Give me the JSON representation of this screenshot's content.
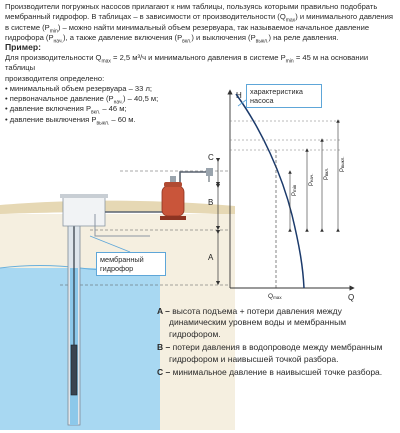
{
  "intro": {
    "p1": "Производители погружных насосов прилагают к ним таблицы, пользуясь которыми правильно подобрать мембранный гидрофор. В таблицах – в зависимости от производительности (Q",
    "s1": "max",
    "p2": ") и минимального давления в системе (P",
    "s2": "min",
    "p3": ") – можно найти минимальный объем резервуара, так называемое начальное давление гидрофора (P",
    "s3": "нач.",
    "p4": "), а также давление включения (P",
    "s4": "вкл.",
    "p5": ") и выключения (P",
    "s5": "выкл.",
    "p6": ") на реле давления."
  },
  "example": {
    "heading": "Пример:",
    "l1a": "Для производительности Q",
    "l1s": "max",
    "l1b": " = 2,5 м³/ч и минимального давления в системе P",
    "l1s2": "min",
    "l1c": " = 45 м на основании таблицы",
    "l2": "производителя определено:",
    "items": [
      "• минимальный объем резервуара – 33 л;",
      "• первоначальное давление (P",
      "• давление включения P",
      "• давление выключения P"
    ],
    "item2_sub": "нач.",
    "item2_tail": ") – 40,5 м;",
    "item3_sub": "вкл.",
    "item3_tail": " – 46 м;",
    "item4_sub": "выкл.",
    "item4_tail": " – 60 м."
  },
  "diagram": {
    "callout_pump": "характеристика насоса",
    "callout_tank": "мембранный гидрофор",
    "axis_h": "H",
    "axis_q": "Q",
    "q_label": "Q",
    "q_sub": "max",
    "zone_c": "C",
    "zone_b": "B",
    "zone_a": "A",
    "p_labels": [
      "P",
      "P",
      "P",
      "P"
    ],
    "p_subs": [
      "min",
      "нач.",
      "вкл.",
      "выкл."
    ]
  },
  "legend": {
    "a_key": "A –",
    "a_text": " высота подъема + потери давления между динамическим уровнем воды и мембранным гидрофором.",
    "b_key": "B –",
    "b_text": " потери давления в водопроводе между мембранным гидрофором и наивысшей точкой разбора.",
    "c_key": "C –",
    "c_text": " минимальное давление в наивысшей точке разбора."
  },
  "colors": {
    "water": "#9fd3ef",
    "ground": "#eadfc3",
    "tank": "#d05a3a",
    "curve": "#1b3a6b",
    "callout_border": "#5ea6d8"
  }
}
